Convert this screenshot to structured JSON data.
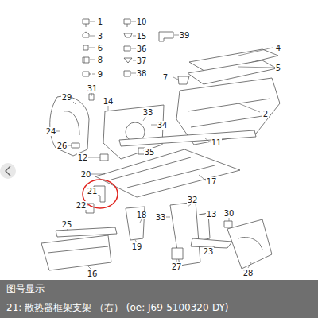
{
  "diagram": {
    "title": "图号显示",
    "caption": "21: 散热器框架支架 （右） (oe: J69-5100320-DY)",
    "labels": [
      "1",
      "10",
      "3",
      "15",
      "39",
      "6",
      "36",
      "8",
      "37",
      "9",
      "38",
      "4",
      "5",
      "7",
      "2",
      "31",
      "29",
      "14",
      "33",
      "34",
      "24",
      "11",
      "26",
      "35",
      "12",
      "20",
      "17",
      "21",
      "22",
      "32",
      "33",
      "13",
      "30",
      "25",
      "18",
      "23",
      "19",
      "27",
      "16",
      "28"
    ]
  }
}
